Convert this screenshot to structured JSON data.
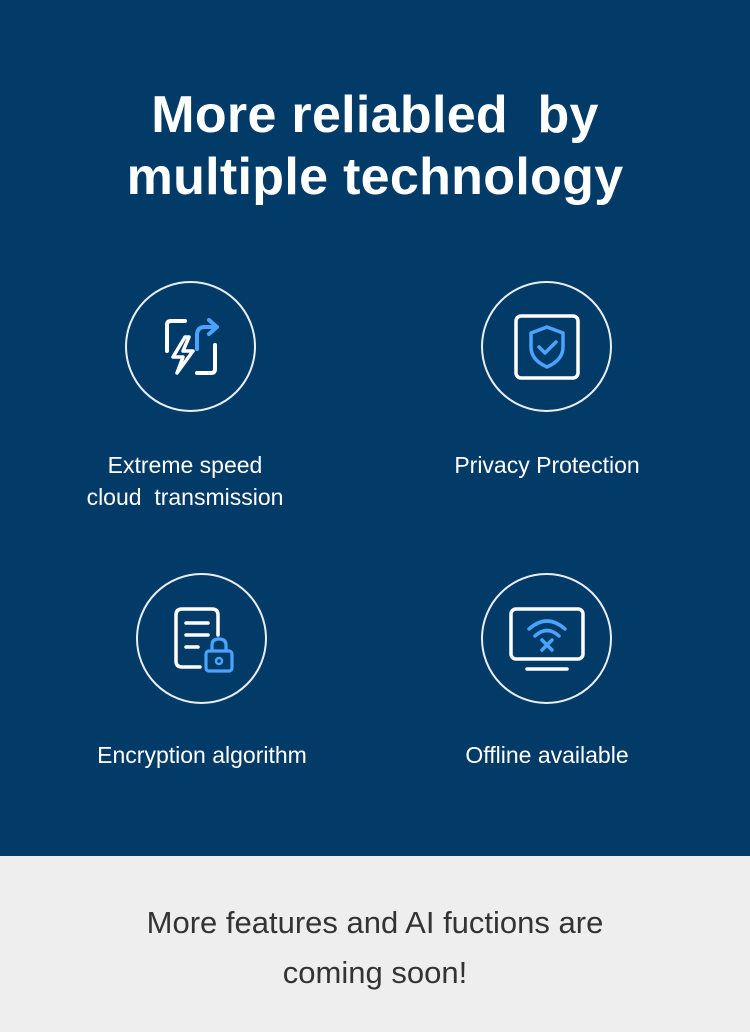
{
  "hero": {
    "title_line1": "More reliabled  by",
    "title_line2": "multiple technology",
    "background_color": "#033b68"
  },
  "features": [
    {
      "icon": "cloud-transfer-speed-icon",
      "label_line1": "Extreme speed",
      "label_line2": "cloud  transmission"
    },
    {
      "icon": "shield-check-icon",
      "label_line1": "Privacy Protection",
      "label_line2": ""
    },
    {
      "icon": "document-lock-icon",
      "label_line1": "Encryption algorithm",
      "label_line2": ""
    },
    {
      "icon": "monitor-wifi-off-icon",
      "label_line1": "Offline available",
      "label_line2": ""
    }
  ],
  "footer": {
    "line1": "More features and AI fuctions are",
    "line2": "coming soon!",
    "background_color": "#eeeeee"
  },
  "colors": {
    "icon_white": "#ffffff",
    "icon_accent": "#4aa3ff"
  }
}
